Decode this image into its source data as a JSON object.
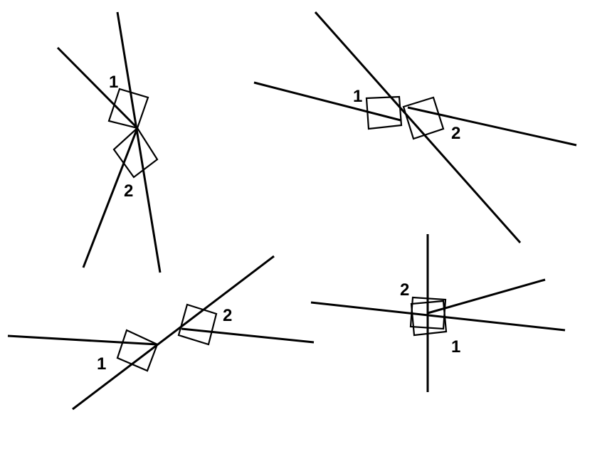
{
  "colors": {
    "stroke": "#000000",
    "background": "#ffffff"
  },
  "figures": [
    {
      "labels": [
        "1",
        "2"
      ]
    },
    {
      "labels": [
        "1",
        "2"
      ]
    },
    {
      "labels": [
        "1",
        "2"
      ]
    },
    {
      "labels": [
        "1",
        "2"
      ]
    }
  ]
}
